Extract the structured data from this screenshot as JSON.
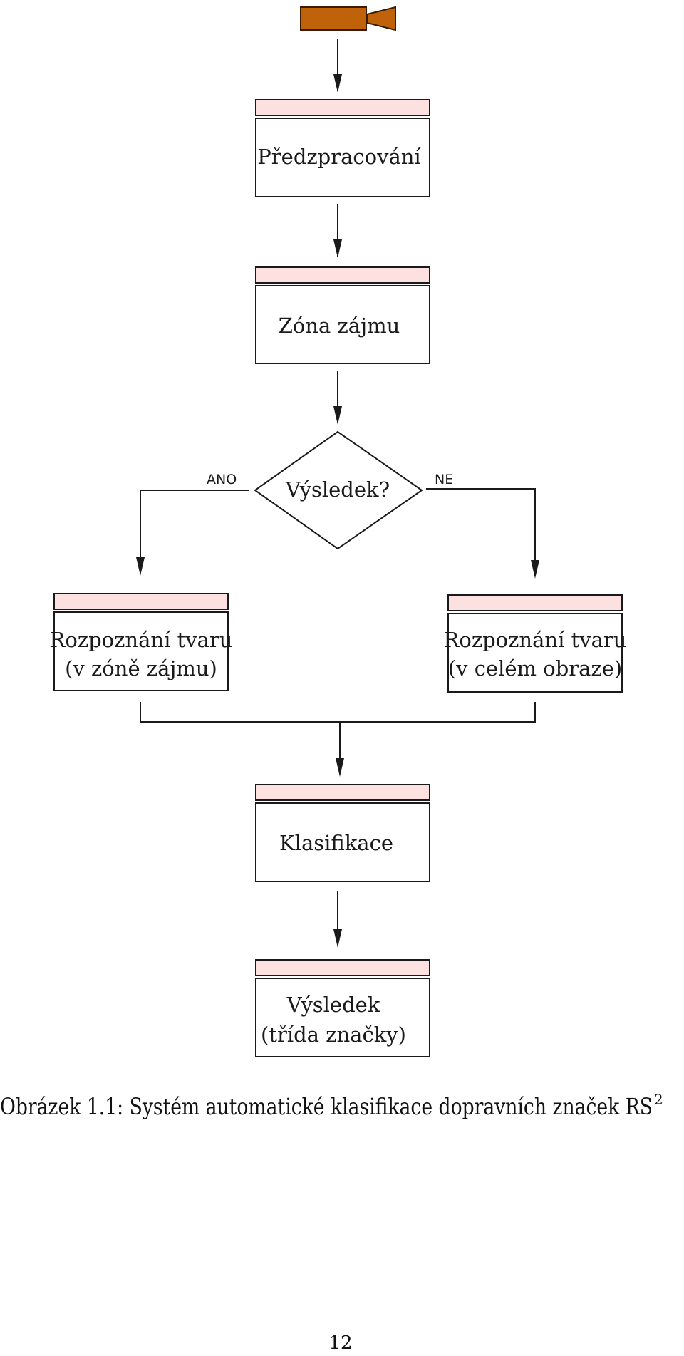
{
  "diagram": {
    "nodes": {
      "preprocessing": {
        "label": "Předzpracování"
      },
      "roi": {
        "label": "Zóna zájmu"
      },
      "decision": {
        "label": "Výsledek?"
      },
      "shape_roi": {
        "line1": "Rozpoznání tvaru",
        "line2": "(v zóně zájmu)"
      },
      "shape_full": {
        "line1": "Rozpoznání tvaru",
        "line2": "(v celém obraze)"
      },
      "classification": {
        "label": "Klasifikace"
      },
      "result": {
        "line1": "Výsledek",
        "line2": "(třída značky)"
      }
    },
    "edges": {
      "yes_label": "ANO",
      "no_label": "NE"
    },
    "colors": {
      "camera": "#c0620a",
      "header_fill": "#fde0e0",
      "line": "#1a1a1a"
    },
    "icons": {
      "source": "camera-icon"
    }
  },
  "caption": {
    "text": "Obrázek 1.1: Systém automatické klasifikace dopravních značek RS",
    "superscript": "2"
  },
  "page_number": "12"
}
